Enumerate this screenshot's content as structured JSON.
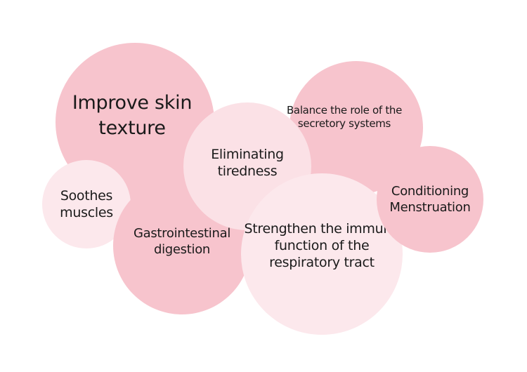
{
  "bubbles": {
    "improve": "Improve skin texture",
    "balance": "Balance the role of the secretory systems",
    "soothes": "Soothes muscles",
    "gastro": "Gastrointestinal digestion",
    "eliminating": "Eliminating tiredness",
    "strengthen": "Strengthen the immune function of the respiratory tract",
    "conditioning": "Conditioning Menstruation"
  },
  "colors": {
    "dark_pink": "#f7c4cd",
    "light_pink": "#fbe1e6",
    "background": "#ffffff"
  }
}
